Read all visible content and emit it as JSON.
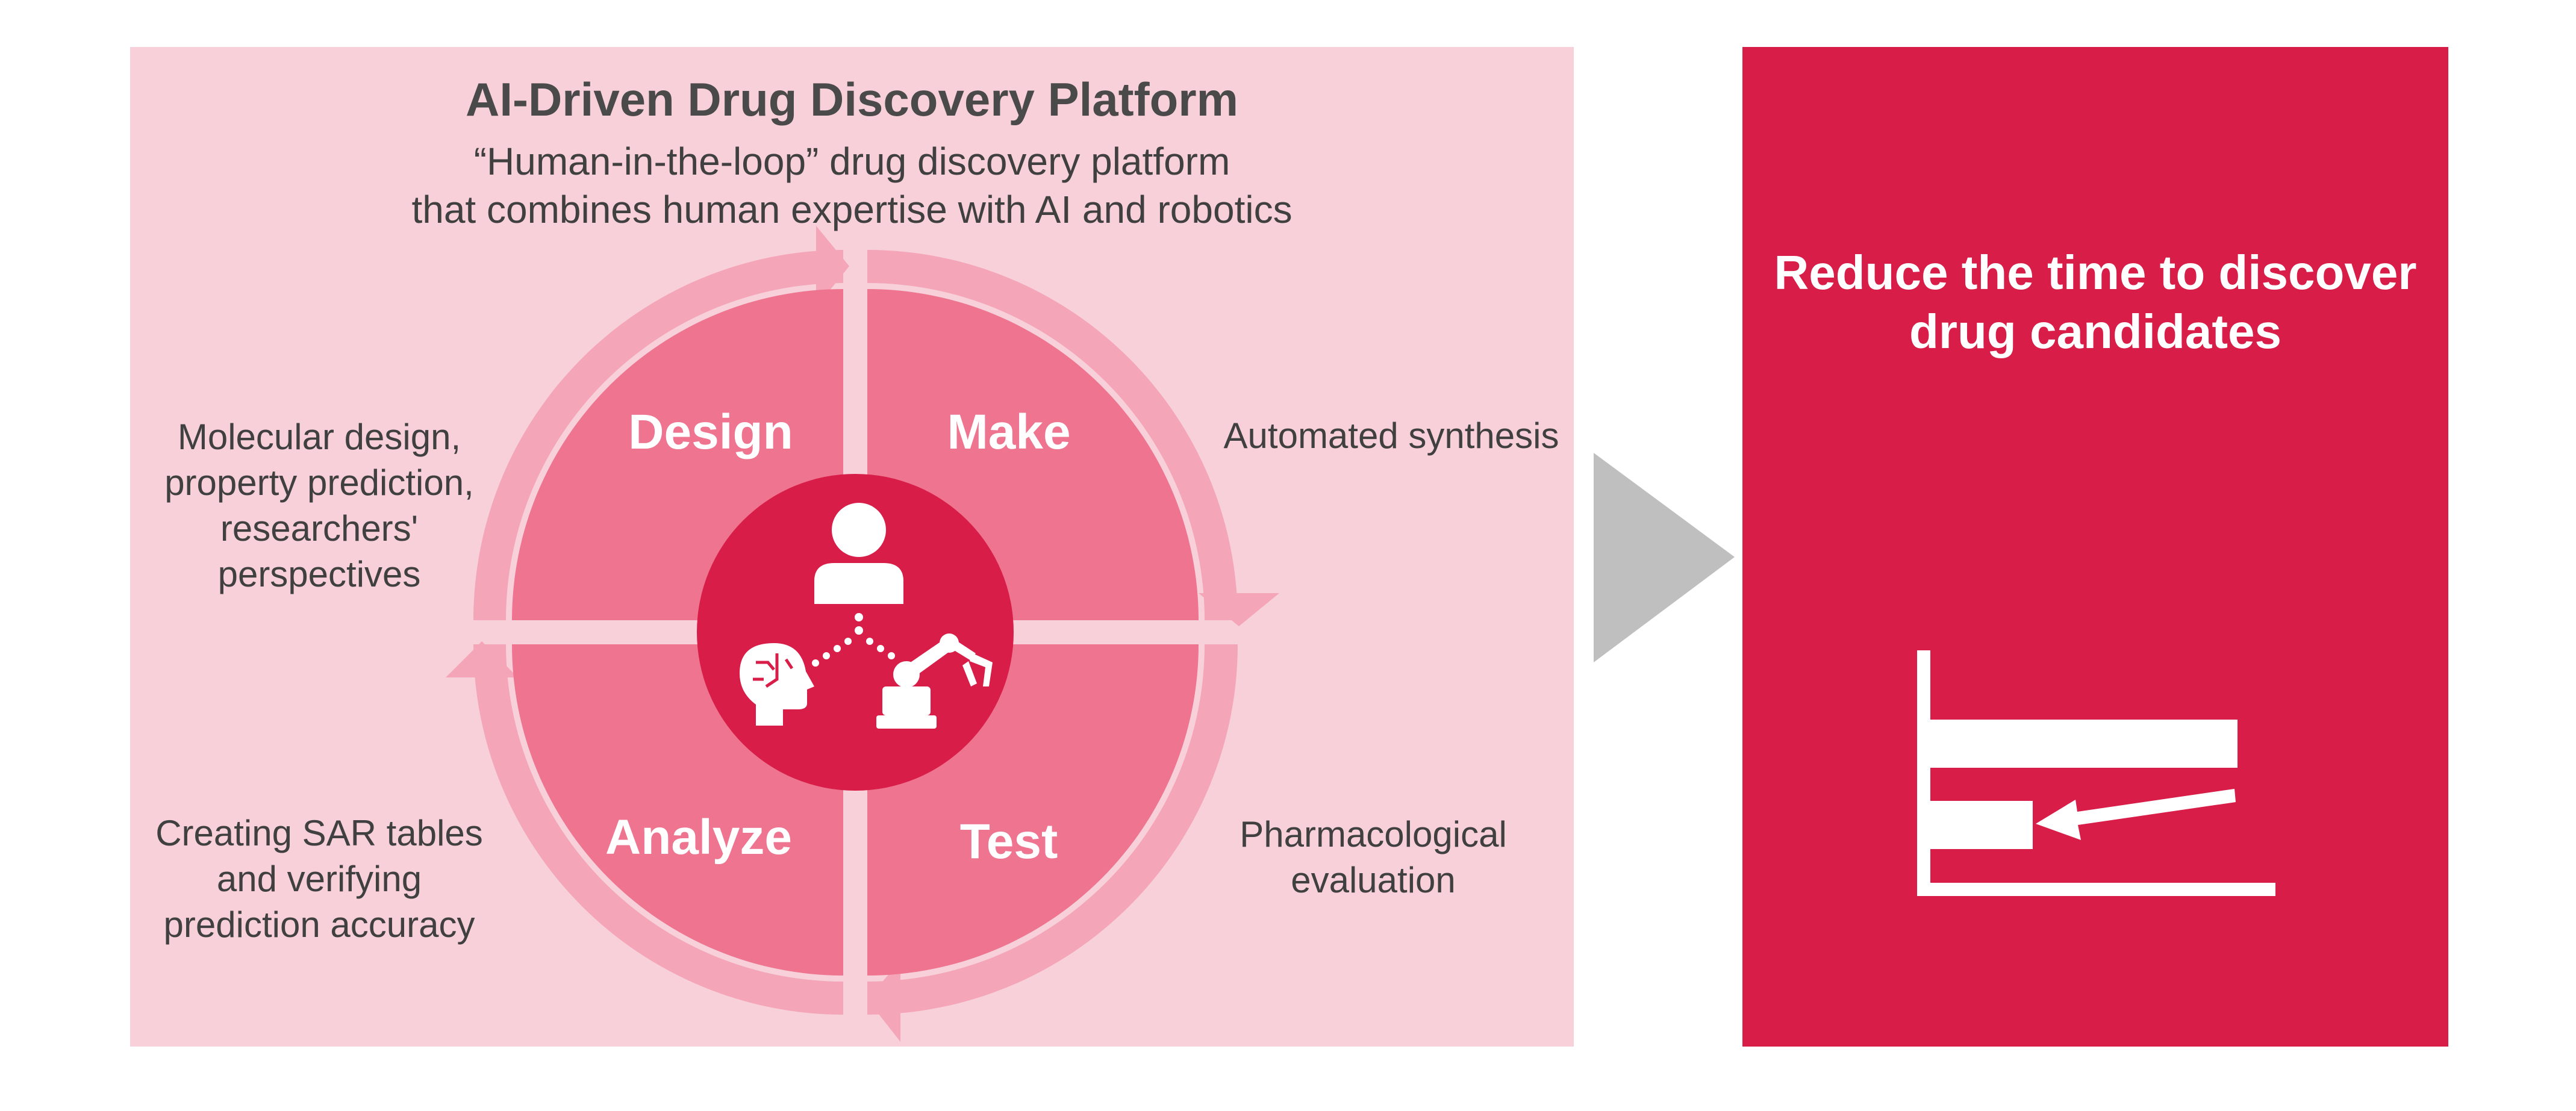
{
  "platform": {
    "title": "AI-Driven Drug Discovery Platform",
    "subtitle_lines": [
      "“Human-in-the-loop” drug discovery platform",
      "that combines human expertise with AI and robotics"
    ]
  },
  "cycle": {
    "stages": [
      "Design",
      "Make",
      "Analyze",
      "Test"
    ],
    "descriptions": {
      "design": [
        "Molecular design,",
        "property prediction,",
        "researchers'",
        "perspectives"
      ],
      "make": [
        "Automated synthesis"
      ],
      "analyze": [
        "Creating SAR tables",
        "and verifying",
        "prediction accuracy"
      ],
      "test": [
        "Pharmacological",
        "evaluation"
      ]
    },
    "center_icons": [
      "person-icon",
      "ai-brain-icon",
      "robot-arm-icon"
    ]
  },
  "outcome": {
    "heading_lines": [
      "Reduce the time to discover",
      "drug candidates"
    ],
    "chart_icon": "time-reduction-bar-chart-icon"
  },
  "colors": {
    "panel_bg": "#f8d0d9",
    "quadrant": "#ee7490",
    "ring": "#f4a5b7",
    "accent": "#d81e48",
    "arrow_gray": "#bfbfbf"
  }
}
